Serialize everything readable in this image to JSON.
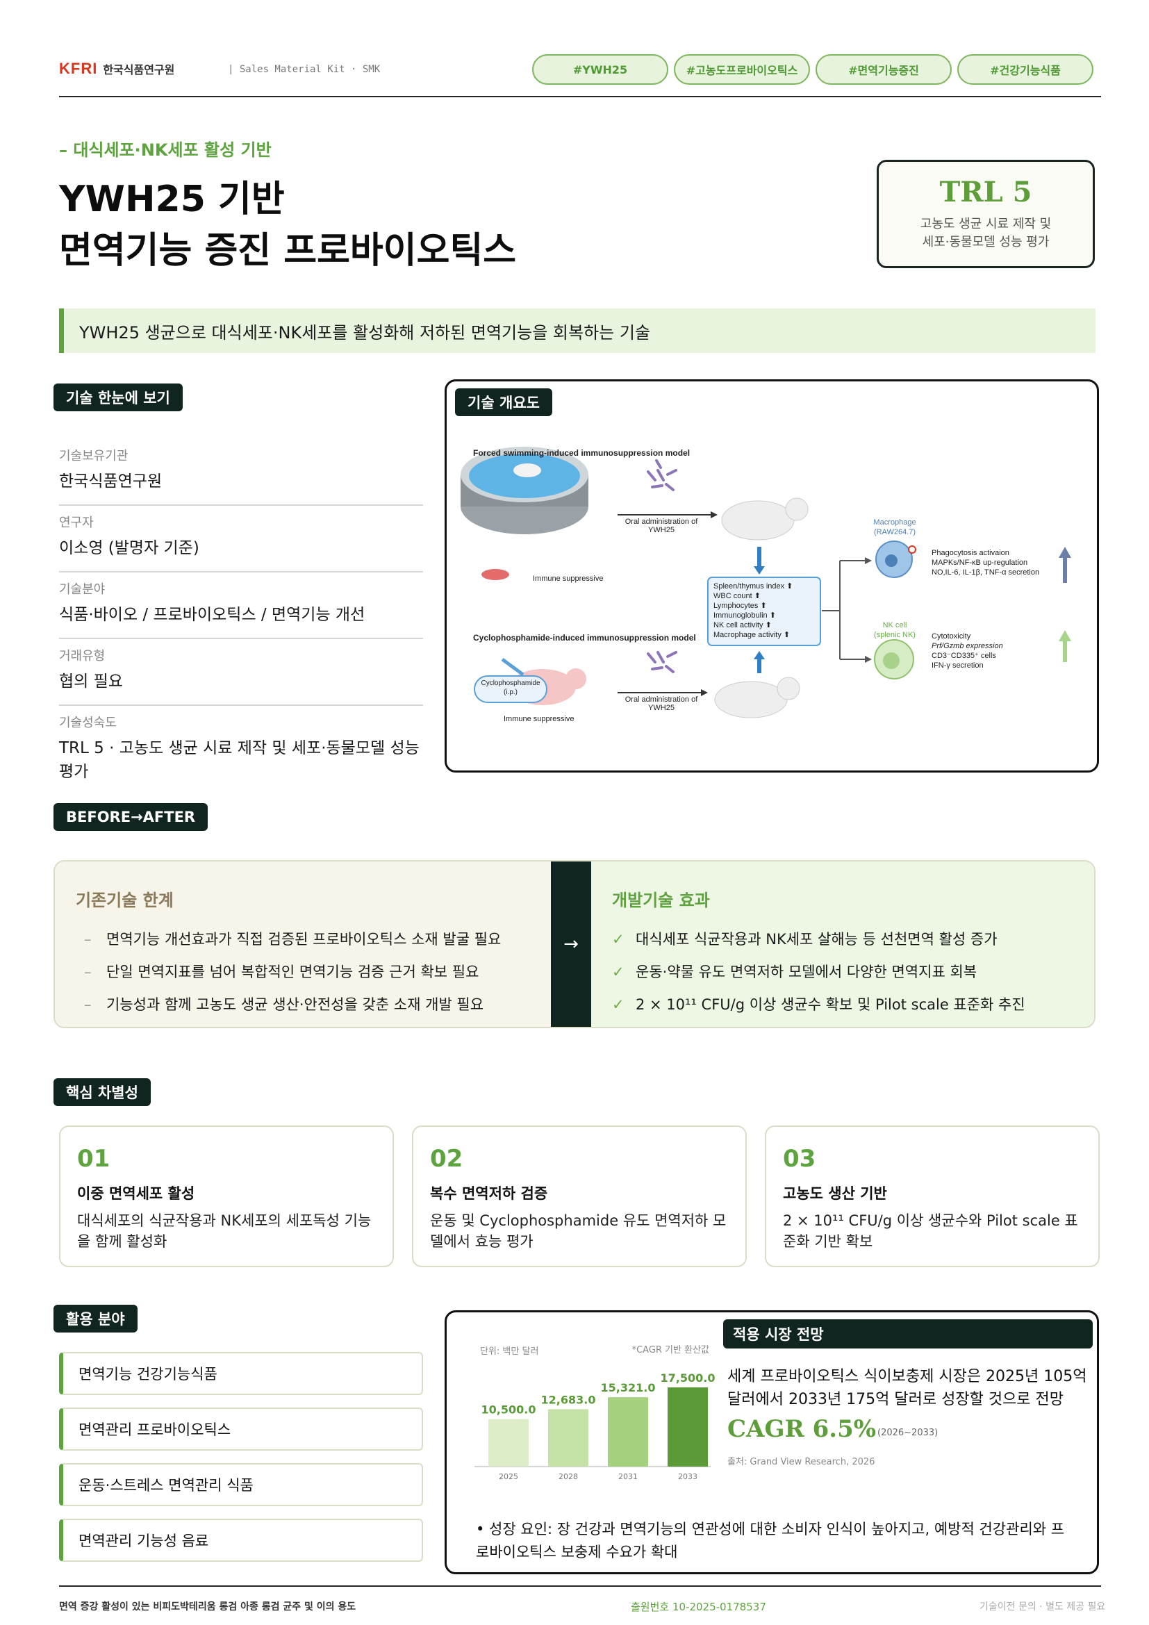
{
  "header": {
    "logo_mark": "KFRI",
    "logo_org": "한국식품연구원",
    "kit_label": "|   Sales Material Kit · SMK",
    "tags": [
      "#YWH25",
      "#고농도프로바이오틱스",
      "#면역기능증진",
      "#건강기능식품"
    ]
  },
  "hero": {
    "eyebrow": "– 대식세포·NK세포 활성 기반",
    "title_line1": "YWH25 기반",
    "title_line2": "면역기능 증진 프로바이오틱스",
    "trl": {
      "value": "TRL 5",
      "desc_line1": "고농도 생균 시료 제작 및",
      "desc_line2": "세포·동물모델 성능 평가"
    },
    "summary": "YWH25 생균으로 대식세포·NK세포를 활성화해 저하된 면역기능을 회복하는 기술"
  },
  "at_a_glance": {
    "heading": "기술 한눈에 보기",
    "items": [
      {
        "label": "기술보유기관",
        "value": "한국식품연구원"
      },
      {
        "label": "연구자",
        "value": "이소영 (발명자 기준)"
      },
      {
        "label": "기술분야",
        "value": "식품·바이오 / 프로바이오틱스 / 면역기능 개선"
      },
      {
        "label": "거래유형",
        "value": "협의 필요"
      },
      {
        "label": "기술성숙도",
        "value": "TRL 5 · 고농도 생균 시료 제작 및 세포·동물모델 성능 평가"
      }
    ]
  },
  "overview": {
    "heading": "기술 개요도",
    "model1_title": "Forced swimming-induced immunosuppression model",
    "model2_title": "Cyclophosphamide-induced immunosuppression model",
    "immune_suppressive": "Immune suppressive",
    "oral_admin_line1": "Oral administration of",
    "oral_admin_line2": "YWH25",
    "cyclophosphamide": "Cyclophosphamide",
    "ip": "(i.p.)",
    "indices": [
      "Spleen/thymus  index",
      "WBC count",
      "Lymphocytes",
      "Immunoglobulin",
      "NK cell activity",
      "Macrophage activity"
    ],
    "macrophage_label_line1": "Macrophage",
    "macrophage_label_line2": "(RAW264.7)",
    "macrophage_effects": [
      "Phagocytosis activaion",
      "MAPKs/NF-κB up-regulation",
      "NO,IL-6, IL-1β, TNF-α secretion"
    ],
    "nk_label_line1": "NK cell",
    "nk_label_line2": "(splenic NK)",
    "nk_effects": [
      "Cytotoxicity",
      "Prf/Gzmb expression",
      "CD3⁻CD335⁺ cells",
      "IFN-γ secretion"
    ]
  },
  "before_after": {
    "heading": "BEFORE→AFTER",
    "left_title": "기존기술 한계",
    "left_items": [
      "면역기능 개선효과가 직접 검증된 프로바이오틱스 소재 발굴 필요",
      "단일 면역지표를 넘어 복합적인 면역기능 검증 근거 확보 필요",
      "기능성과 함께 고농도 생균 생산·안전성을 갖춘 소재 개발 필요"
    ],
    "right_title": "개발기술 효과",
    "right_items": [
      "대식세포 식균작용과 NK세포 살해능 등 선천면역 활성 증가",
      "운동·약물 유도 면역저하 모델에서 다양한 면역지표 회복",
      "2 × 10¹¹ CFU/g 이상 생균수 확보 및 Pilot scale 표준화 추진"
    ],
    "dash": "–",
    "check": "✓",
    "arrow": "→"
  },
  "differentiators": {
    "heading": "핵심 차별성",
    "cards": [
      {
        "num": "01",
        "title": "이중 면역세포 활성",
        "desc": "대식세포의 식균작용과 NK세포의 세포독성 기능을 함께 활성화"
      },
      {
        "num": "02",
        "title": "복수 면역저하 검증",
        "desc": "운동 및 Cyclophosphamide 유도 면역저하 모델에서 효능 평가"
      },
      {
        "num": "03",
        "title": "고농도 생산 기반",
        "desc": "2 × 10¹¹ CFU/g 이상 생균수와 Pilot scale 표준화 기반 확보"
      }
    ]
  },
  "applications": {
    "heading": "활용 분야",
    "items": [
      "면역기능 건강기능식품",
      "면역관리 프로바이오틱스",
      "운동·스트레스 면역관리 식품",
      "면역관리 기능성 음료"
    ]
  },
  "market": {
    "heading": "적용 시장 전망",
    "text": "세계 프로바이오틱스 식이보충제 시장은 2025년 105억 달러에서 2033년 175억 달러로 성장할 것으로 전망",
    "cagr": "CAGR 6.5%",
    "cagr_range": "(2026~2033)",
    "source": "출처: Grand View Research, 2026",
    "growth": "• 성장 요인: 장 건강과 면역기능의 연관성에 대한 소비자 인식이 높아지고, 예방적 건강관리와 프로바이오틱스 보충제 수요가 확대",
    "colors": [
      "#dcedc8",
      "#c5e1a5",
      "#a5d17e",
      "#5a9a37"
    ]
  },
  "chart_data": {
    "type": "bar",
    "categories": [
      "2025",
      "2028",
      "2031",
      "2033"
    ],
    "values": [
      10500.0,
      12683.0,
      15321.0,
      17500.0
    ],
    "value_labels": [
      "10,500.0",
      "12,683.0",
      "15,321.0",
      "17,500.0"
    ],
    "unit_label": "단위: 백만 달러",
    "note": "*CAGR 기반 환산값",
    "ylim": [
      0,
      17500
    ]
  },
  "footer": {
    "left": "면역 증강 활성이 있는 비피도박테리움 롱검 아종 롱검 균주 및 이의 용도",
    "middle": "출원번호 10-2025-0178537",
    "right": "기술이전 문의 · 별도 제공 필요"
  }
}
